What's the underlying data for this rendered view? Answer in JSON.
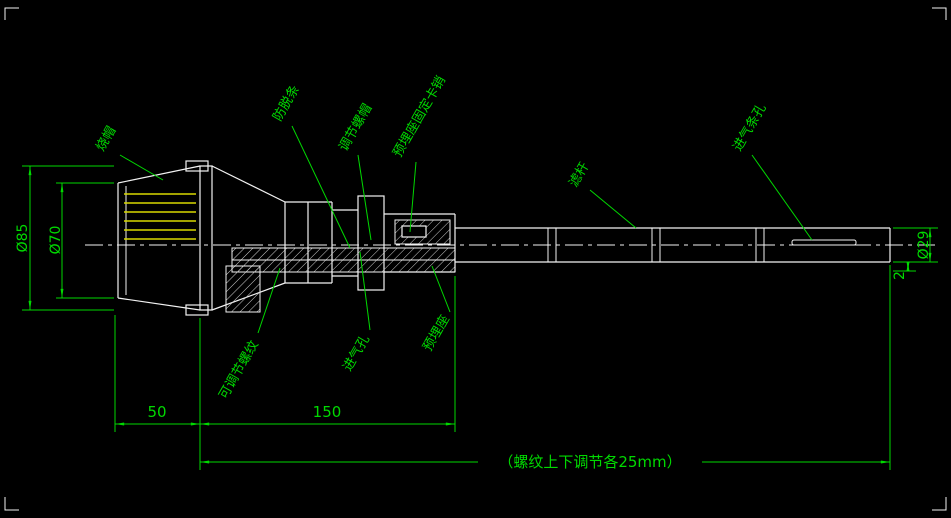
{
  "colors": {
    "background": "#000000",
    "drawing": "#f2f2f2",
    "dimension": "#00d900",
    "hatch_yellow": "#d9d900"
  },
  "labels": {
    "cap": "烧帽",
    "anti_detach_strip": "防脱条",
    "adjusting_nut": "调节螺帽",
    "embedded_seat_pin": "预埋座固定卡销",
    "filter_rod": "滤杆",
    "air_inlet_slots": "进气条孔",
    "adjustable_thread": "可调节螺纹",
    "air_inlet_hole": "进气孔",
    "embedded_seat": "预埋座"
  },
  "dimensions": {
    "dia_85": "Ø85",
    "dia_70": "Ø70",
    "dia_29": "Ø29",
    "thickness_2": "2",
    "length_50": "50",
    "length_150": "150",
    "thread_note": "（螺纹上下调节各25mm）"
  }
}
